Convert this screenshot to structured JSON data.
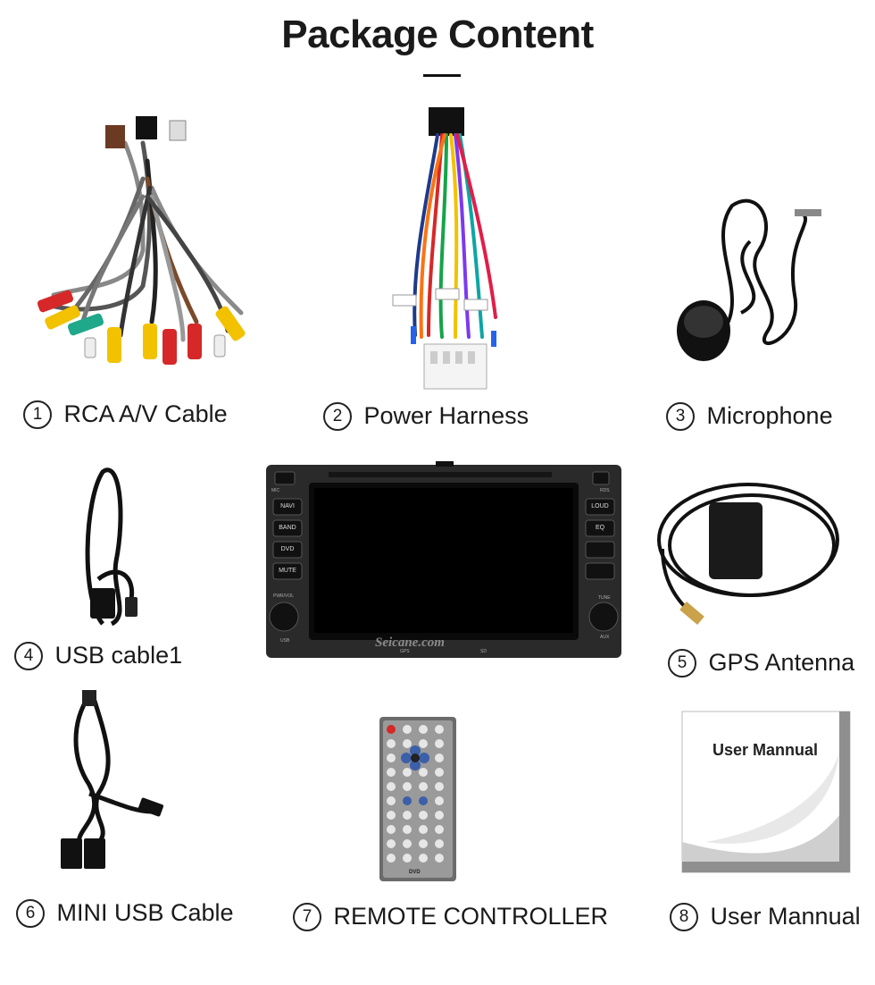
{
  "header": {
    "title": "Package Content"
  },
  "items": [
    {
      "num": "1",
      "label": "RCA A/V Cable",
      "icon": "rca-cable-icon"
    },
    {
      "num": "2",
      "label": "Power   Harness",
      "icon": "power-harness-icon"
    },
    {
      "num": "3",
      "label": "Microphone",
      "icon": "microphone-icon"
    },
    {
      "num": "4",
      "label": "USB cable1",
      "icon": "usb-cable-icon"
    },
    {
      "num": "5",
      "label": "GPS Antenna",
      "icon": "gps-antenna-icon"
    },
    {
      "num": "6",
      "label": "MINI USB Cable",
      "icon": "mini-usb-cable-icon"
    },
    {
      "num": "7",
      "label": "REMOTE CONTROLLER",
      "icon": "remote-controller-icon"
    },
    {
      "num": "8",
      "label": "User Mannual",
      "icon": "user-manual-icon"
    }
  ],
  "head_unit": {
    "brand": "Seicane.com",
    "left_buttons": [
      "NAVI",
      "BAND",
      "DVD",
      "MUTE"
    ],
    "right_buttons": [
      "LOUD",
      "EQ"
    ],
    "small_labels": {
      "mic": "MIC",
      "rds": "RDS",
      "pwr": "PWR/VOL",
      "tune": "TUNE",
      "usb": "USB",
      "aux": "AUX",
      "gps": "GPS",
      "sd": "SD"
    }
  },
  "manual": {
    "cover_title": "User Mannual"
  },
  "remote": {
    "brand_mark": "DVD"
  },
  "colors": {
    "rca_red": "#d62828",
    "rca_yellow": "#f2c200",
    "rca_green": "#1fa88a",
    "device_dark": "#2a2a2a"
  }
}
